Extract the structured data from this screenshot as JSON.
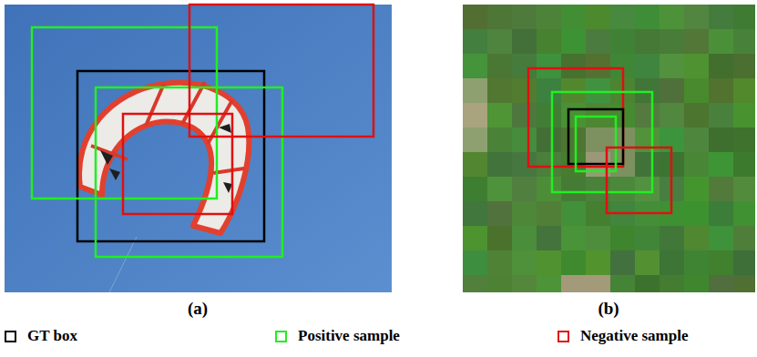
{
  "diagram": {
    "labels": [
      "(a)",
      "(b)"
    ],
    "legend": [
      {
        "text": "GT box"
      },
      {
        "text": "Positive sample"
      },
      {
        "text": "Negative sample"
      }
    ]
  }
}
